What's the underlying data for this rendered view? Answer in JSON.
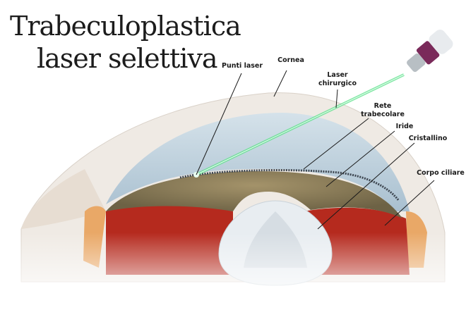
{
  "title": {
    "line1": "Trabeculoplastica",
    "line2": "laser selettiva"
  },
  "labels": {
    "punti_laser": "Punti laser",
    "cornea": "Cornea",
    "laser_line1": "Laser",
    "laser_line2": "chirurgico",
    "rete_line1": "Rete",
    "rete_line2": "trabecolare",
    "iride": "Iride",
    "cristallino": "Cristallino",
    "corpo_ciliare": "Corpo ciliare"
  },
  "colors": {
    "laser": "#5de08a",
    "iris": "#8a7a55",
    "ciliary": "#b52a1e",
    "cornea": "#b9ccd9"
  }
}
